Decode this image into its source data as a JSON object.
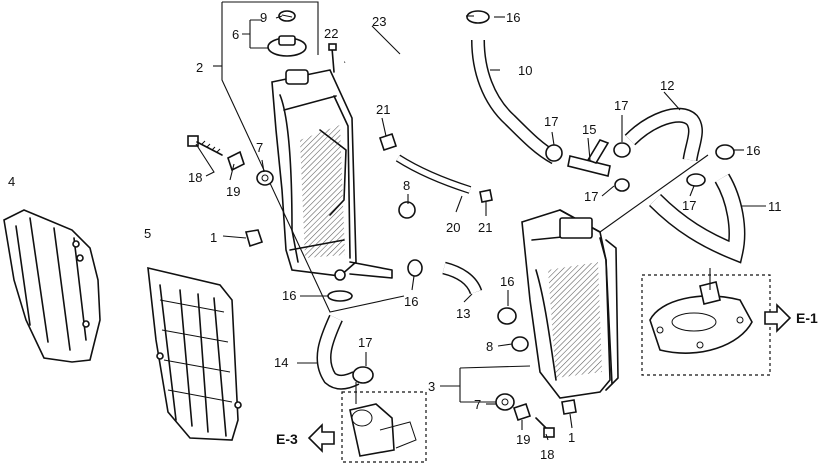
{
  "callouts": [
    {
      "id": "c1a",
      "text": "1"
    },
    {
      "id": "c1b",
      "text": "1"
    },
    {
      "id": "c2",
      "text": "2"
    },
    {
      "id": "c3",
      "text": "3"
    },
    {
      "id": "c4",
      "text": "4"
    },
    {
      "id": "c5",
      "text": "5"
    },
    {
      "id": "c6",
      "text": "6"
    },
    {
      "id": "c7a",
      "text": "7"
    },
    {
      "id": "c7b",
      "text": "7"
    },
    {
      "id": "c8a",
      "text": "8"
    },
    {
      "id": "c8b",
      "text": "8"
    },
    {
      "id": "c9",
      "text": "9"
    },
    {
      "id": "c10",
      "text": "10"
    },
    {
      "id": "c11",
      "text": "11"
    },
    {
      "id": "c12",
      "text": "12"
    },
    {
      "id": "c13",
      "text": "13"
    },
    {
      "id": "c14",
      "text": "14"
    },
    {
      "id": "c15",
      "text": "15"
    },
    {
      "id": "c16a",
      "text": "16"
    },
    {
      "id": "c16b",
      "text": "16"
    },
    {
      "id": "c16c",
      "text": "16"
    },
    {
      "id": "c16d",
      "text": "16"
    },
    {
      "id": "c16e",
      "text": "16"
    },
    {
      "id": "c17a",
      "text": "17"
    },
    {
      "id": "c17b",
      "text": "17"
    },
    {
      "id": "c17c",
      "text": "17"
    },
    {
      "id": "c17d",
      "text": "17"
    },
    {
      "id": "c17e",
      "text": "17"
    },
    {
      "id": "c18a",
      "text": "18"
    },
    {
      "id": "c18b",
      "text": "18"
    },
    {
      "id": "c19a",
      "text": "19"
    },
    {
      "id": "c19b",
      "text": "19"
    },
    {
      "id": "c20",
      "text": "20"
    },
    {
      "id": "c21a",
      "text": "21"
    },
    {
      "id": "c21b",
      "text": "21"
    },
    {
      "id": "c22",
      "text": "22"
    },
    {
      "id": "c23",
      "text": "23"
    }
  ],
  "references": {
    "e1": "E-1",
    "e3": "E-3"
  },
  "icons": [
    "arrow-right-icon",
    "arrow-left-icon"
  ]
}
